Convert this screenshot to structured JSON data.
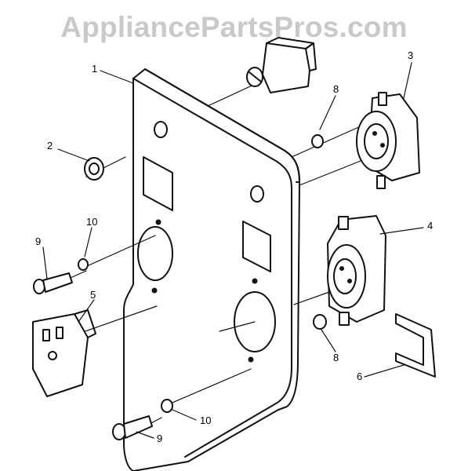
{
  "watermark": "AppliancePartsPros.com",
  "callouts": {
    "c1": "1",
    "c2": "2",
    "c3": "3",
    "c4": "4",
    "c5": "5",
    "c6": "6",
    "c8a": "8",
    "c8b": "8",
    "c9a": "9",
    "c9b": "9",
    "c10a": "10",
    "c10b": "10"
  },
  "colors": {
    "ink": "#111111",
    "watermark": "#c9c9c9",
    "background": "#ffffff"
  }
}
